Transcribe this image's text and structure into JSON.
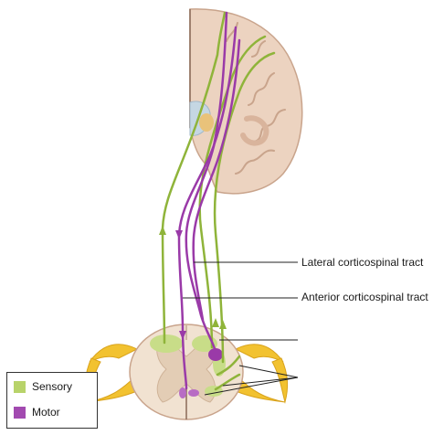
{
  "labels": {
    "lateral": "Lateral corticospinal tract",
    "anterior": "Anterior corticospinal tract"
  },
  "legend": [
    {
      "label": "Sensory",
      "color": "#b8d36a"
    },
    {
      "label": "Motor",
      "color": "#a24ab0"
    }
  ],
  "colors": {
    "sensory_pathway": "#8fb43a",
    "motor_pathway": "#9a3aa8",
    "brain_tissue": "#ecd3c0",
    "brain_sulci": "#c9a48c",
    "ventricle": "#c5d7e3",
    "thalamus": "#e9c27a",
    "nerve_root": "#f2c230",
    "leader_line": "#222222"
  }
}
